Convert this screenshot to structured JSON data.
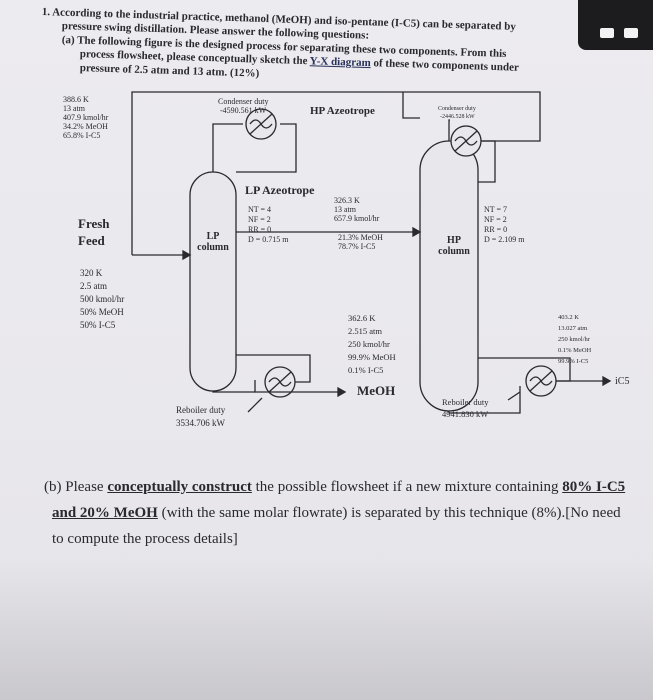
{
  "question": {
    "number": "1.",
    "intro_line1": "According to the industrial practice, methanol (MeOH) and iso-pentane (I-C5) can be separated by",
    "intro_line2": "pressure swing distillation. Please answer the following questions:",
    "part_a_line1": "(a) The following figure is the designed process for separating these two components. From this",
    "part_a_line2": "process flowsheet, please conceptually sketch the",
    "part_a_link": "Y-X diagram",
    "part_a_line2_end": "of these two components under",
    "part_a_line3": "pressure of 2.5 atm and 13 atm. (12%)"
  },
  "flowsheet": {
    "recycle_stream": [
      "388.6 K",
      "13 atm",
      "407.9 kmol/hr",
      "34.2% MeOH",
      "65.8% I-C5"
    ],
    "lp_condenser": [
      "Condenser duty",
      "-4590.561 kW"
    ],
    "hp_azeotrope_label": "HP Azeotrope",
    "hp_condenser": [
      "Condenser duty",
      "-2446.528 kW"
    ],
    "lp_azeotrope_label": "LP Azeotrope",
    "lp_specs": [
      "NT = 4",
      "NF = 2",
      "RR = 0",
      "D = 0.715 m"
    ],
    "lp_column": [
      "LP",
      "column"
    ],
    "lp_distillate": [
      "326.3 K",
      "13 atm",
      "657.9 kmol/hr",
      "21.3% MeOH",
      "78.7% I-C5"
    ],
    "hp_specs": [
      "NT = 7",
      "NF = 2",
      "RR = 0",
      "D = 2.109 m"
    ],
    "hp_column": [
      "HP",
      "column"
    ],
    "fresh_feed_label": [
      "Fresh",
      "Feed"
    ],
    "feed_conditions": [
      "320 K",
      "2.5 atm",
      "500 kmol/hr",
      "50% MeOH",
      "50% I-C5"
    ],
    "meoh_product": [
      "362.6 K",
      "2.515 atm",
      "250 kmol/hr",
      "99.9% MeOH",
      "0.1% I-C5"
    ],
    "meoh_label": "MeOH",
    "ic5_product": [
      "403.2 K",
      "13.027 atm",
      "250 kmol/hr",
      "0.1% MeOH",
      "99.9% I-C5"
    ],
    "ic5_label": "iC5",
    "lp_reboiler": [
      "Reboiler duty",
      "3534.706 kW"
    ],
    "hp_reboiler": [
      "Reboiler duty",
      "4941.830 kW"
    ]
  },
  "part_b": {
    "line1_a": "(b) Please ",
    "line1_bold": "conceptually construct",
    "line1_b": " the possible flowsheet if a new mixture containing ",
    "line1_u": "80% I-C5",
    "line2_u": "and 20% MeOH",
    "line2_b": " (with the same molar flowrate) is separated by this technique (8%).[No need",
    "line3": "to compute the process details]"
  }
}
